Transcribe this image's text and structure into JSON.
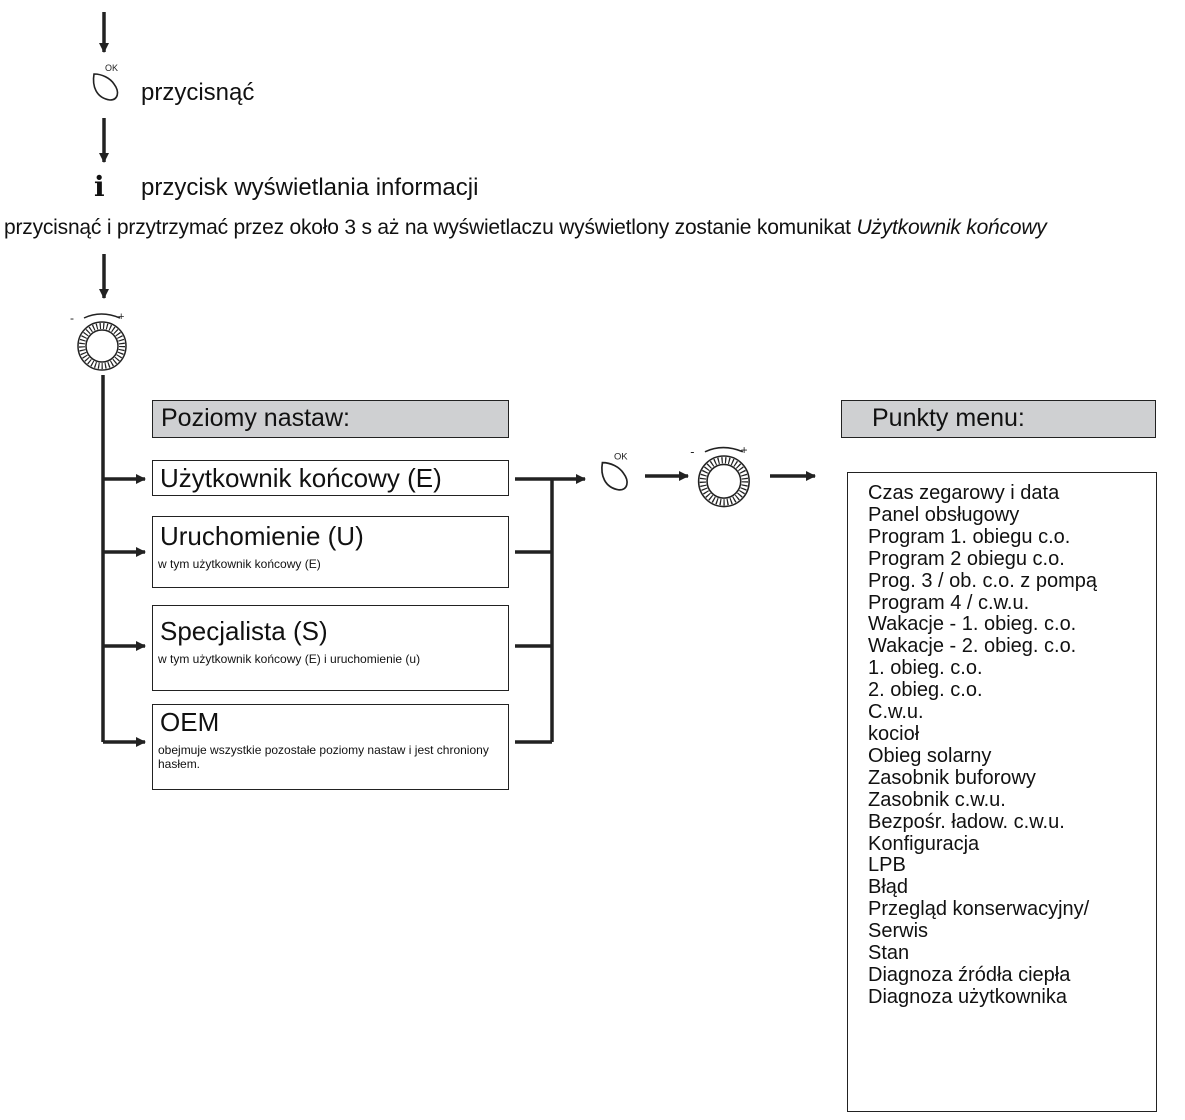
{
  "steps": {
    "press_ok": "przycisnąć",
    "info_button": "przycisk wyświetlania informacji",
    "hold_text": "przycisnąć i przytrzymać przez około 3 s aż na wyświetlaczu wyświetlony zostanie komunikat ",
    "hold_text_italic": "Użytkownik końcowy"
  },
  "icons": {
    "ok_label": "OK",
    "knob_minus": "-",
    "knob_plus": "+",
    "info_glyph": "ℹ"
  },
  "levels_header": "Poziomy nastaw:",
  "levels": [
    {
      "title": "Użytkownik końcowy (E)",
      "subtitle": ""
    },
    {
      "title": "Uruchomienie (U)",
      "subtitle": "w tym użytkownik końcowy (E)"
    },
    {
      "title": "Specjalista (S)",
      "subtitle": "w tym użytkownik końcowy (E) i uruchomienie (u)"
    },
    {
      "title": "OEM",
      "subtitle": "obejmuje wszystkie pozostałe poziomy nastaw i jest chroniony hasłem."
    }
  ],
  "menu_header": "Punkty menu:",
  "menu_items": [
    "Czas zegarowy i data",
    "Panel obsługowy",
    "Program 1. obiegu c.o.",
    "Program 2 obiegu c.o.",
    "Prog. 3 / ob. c.o. z pompą",
    "Program 4 / c.w.u.",
    "Wakacje - 1. obieg. c.o.",
    "Wakacje - 2. obieg. c.o.",
    "1. obieg. c.o.",
    "2. obieg. c.o.",
    "C.w.u.",
    "kocioł",
    "Obieg solarny",
    "Zasobnik buforowy",
    "Zasobnik c.w.u.",
    "Bezpośr. ładow. c.w.u.",
    "Konfiguracja",
    "LPB",
    "Błąd",
    "Przegląd konserwacyjny/",
    "Serwis",
    "Stan",
    "Diagnoza źródła ciepła",
    "Diagnoza użytkownika"
  ],
  "colors": {
    "header_fill": "#cfd0d2",
    "line": "#222222"
  }
}
